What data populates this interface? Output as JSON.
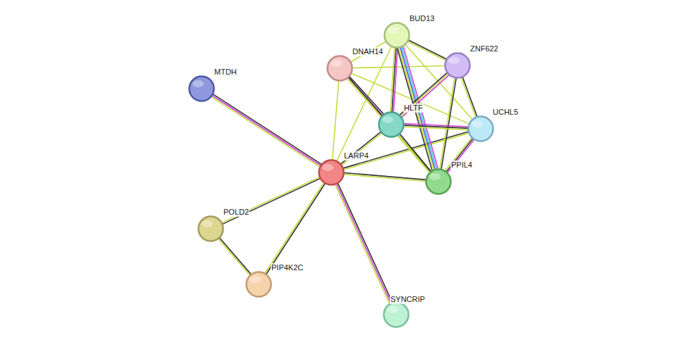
{
  "diagram": {
    "nodes": [
      {
        "text": [
          "BUD13"
        ]
      },
      {
        "text": [
          "DNAH14"
        ]
      },
      {
        "text": [
          "ZNF622"
        ]
      },
      {
        "text": [
          "MTDH"
        ]
      },
      {
        "text": [
          "HLTF"
        ]
      },
      {
        "text": [
          "UCHL5"
        ]
      },
      {
        "text": [
          "LARP4"
        ]
      },
      {
        "text": [
          "PPIL4"
        ]
      },
      {
        "text": [
          "POLD2"
        ]
      },
      {
        "text": [
          "PIP4K2C"
        ]
      },
      {
        "text": [
          "SYNCRIP"
        ]
      }
    ],
    "edges": [
      {
        "from": 3,
        "to": 6,
        "arrow": "none"
      },
      {
        "from": 6,
        "to": 8,
        "arrow": "none"
      },
      {
        "from": 6,
        "to": 9,
        "arrow": "none"
      },
      {
        "from": 8,
        "to": 9,
        "arrow": "none"
      },
      {
        "from": 6,
        "to": 10,
        "arrow": "none"
      },
      {
        "from": 6,
        "to": 4,
        "arrow": "none"
      },
      {
        "from": 6,
        "to": 7,
        "arrow": "none"
      },
      {
        "from": 6,
        "to": 5,
        "arrow": "none"
      },
      {
        "from": 6,
        "to": 1,
        "arrow": "none"
      },
      {
        "from": 6,
        "to": 0,
        "arrow": "none"
      },
      {
        "from": 1,
        "to": 0,
        "arrow": "none"
      },
      {
        "from": 1,
        "to": 4,
        "arrow": "none"
      },
      {
        "from": 1,
        "to": 7,
        "arrow": "none"
      },
      {
        "from": 1,
        "to": 2,
        "arrow": "none"
      },
      {
        "from": 1,
        "to": 5,
        "arrow": "none"
      },
      {
        "from": 0,
        "to": 2,
        "arrow": "none"
      },
      {
        "from": 0,
        "to": 4,
        "arrow": "none"
      },
      {
        "from": 0,
        "to": 7,
        "arrow": "none"
      },
      {
        "from": 0,
        "to": 5,
        "arrow": "none"
      },
      {
        "from": 2,
        "to": 4,
        "arrow": "none"
      },
      {
        "from": 2,
        "to": 5,
        "arrow": "none"
      },
      {
        "from": 2,
        "to": 7,
        "arrow": "none"
      },
      {
        "from": 4,
        "to": 5,
        "arrow": "none"
      },
      {
        "from": 4,
        "to": 7,
        "arrow": "none"
      },
      {
        "from": 5,
        "to": 7,
        "arrow": "none"
      }
    ]
  }
}
